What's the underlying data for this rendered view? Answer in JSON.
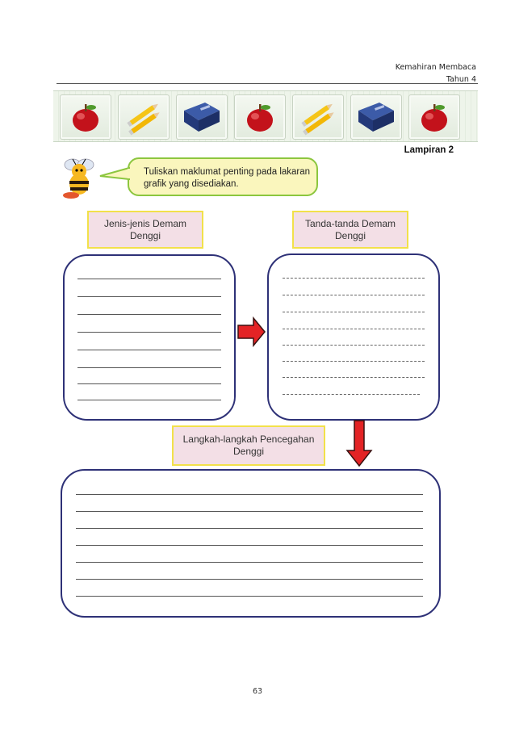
{
  "header": {
    "subject": "Kemahiran Membaca",
    "grade": "Tahun 4"
  },
  "banner": {
    "tiles": [
      "apple-icon",
      "pencils-icon",
      "book-icon",
      "apple-icon",
      "pencils-icon",
      "book-icon",
      "apple-icon"
    ]
  },
  "appendix_label": "Lampiran 2",
  "instruction": "Tuliskan maklumat penting pada lakaran grafik yang disediakan.",
  "boxes": {
    "types": "Jenis-jenis Demam Denggi",
    "symptoms": "Tanda-tanda Demam Denggi",
    "prevention": "Langkah-langkah Pencegahan Denggi"
  },
  "page_number": "63",
  "colors": {
    "panel_border": "#2e3177",
    "label_fill": "#f3dfe6",
    "label_border": "#f2e14a",
    "bubble_fill": "#faf6bd",
    "bubble_border": "#8cc63f",
    "arrow": "#e32325"
  }
}
